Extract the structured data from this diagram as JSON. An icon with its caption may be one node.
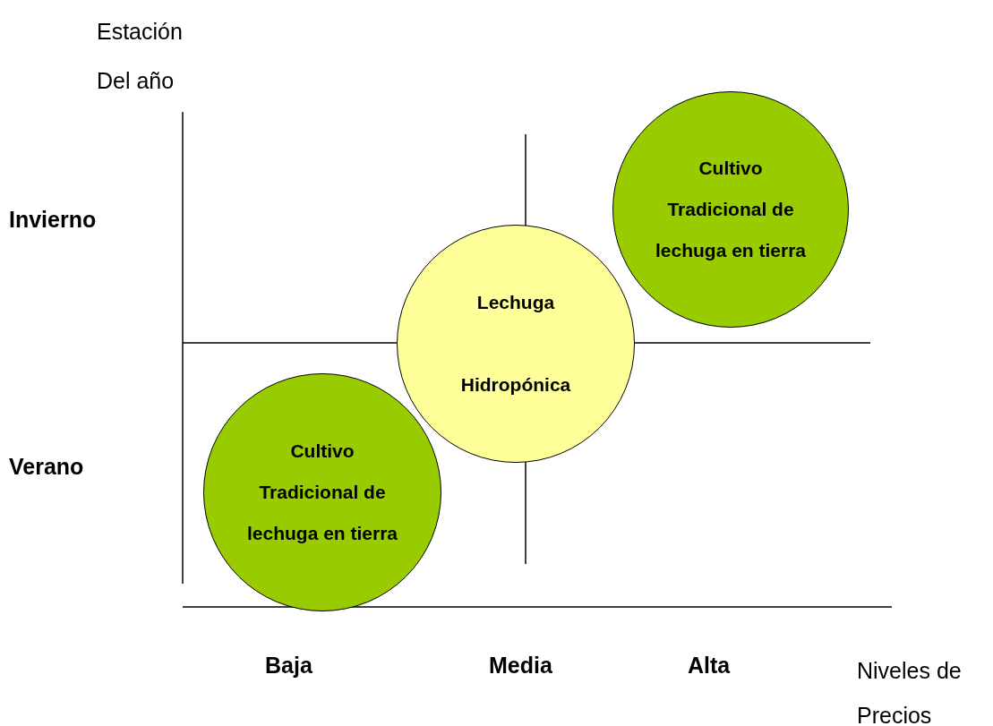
{
  "diagram": {
    "nodes": [
      {
        "text": [
          "Cultivo Tradicional de lechuga en tierra"
        ]
      },
      {
        "text": [
          "Lechuga",
          "Hidropónica"
        ]
      },
      {
        "text": [
          "Cultivo Tradicional de lechuga en tierra"
        ]
      }
    ],
    "labels": [
      "Estación Del año",
      "Invierno",
      "Verano",
      "Baja",
      "Media",
      "Alta",
      "Niveles de Precios"
    ]
  }
}
